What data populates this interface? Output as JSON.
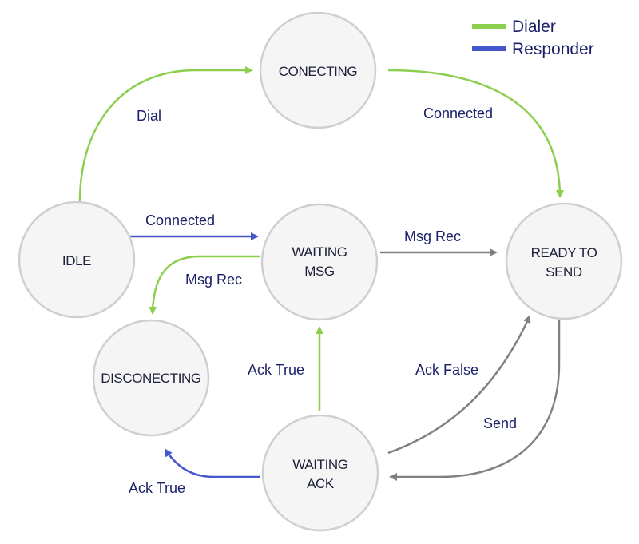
{
  "legend": {
    "items": [
      {
        "label": "Dialer",
        "color": "#8ccf4d"
      },
      {
        "label": "Responder",
        "color": "#4457cc"
      }
    ]
  },
  "colors": {
    "dialer": "#8ccf4d",
    "responder": "#4457cc",
    "shared": "#808080"
  },
  "states": {
    "conecting": {
      "line1": "CONECTING",
      "line2": ""
    },
    "idle": {
      "line1": "IDLE",
      "line2": ""
    },
    "waiting_msg": {
      "line1": "WAITING",
      "line2": "MSG"
    },
    "ready_to_send": {
      "line1": "READY TO",
      "line2": "SEND"
    },
    "disconecting": {
      "line1": "DISCONECTING",
      "line2": ""
    },
    "waiting_ack": {
      "line1": "WAITING",
      "line2": "ACK"
    }
  },
  "transitions": [
    {
      "from": "IDLE",
      "to": "CONECTING",
      "label": "Dial",
      "role": "dialer"
    },
    {
      "from": "CONECTING",
      "to": "READY TO SEND",
      "label": "Connected",
      "role": "dialer"
    },
    {
      "from": "IDLE",
      "to": "WAITING MSG",
      "label": "Connected",
      "role": "responder"
    },
    {
      "from": "WAITING MSG",
      "to": "READY TO SEND",
      "label": "Msg Rec",
      "role": "shared"
    },
    {
      "from": "WAITING MSG",
      "to": "DISCONECTING",
      "label": "Msg Rec",
      "role": "dialer"
    },
    {
      "from": "WAITING ACK",
      "to": "WAITING MSG",
      "label": "Ack True",
      "role": "dialer"
    },
    {
      "from": "WAITING ACK",
      "to": "READY TO SEND",
      "label": "Ack False",
      "role": "shared"
    },
    {
      "from": "READY TO SEND",
      "to": "WAITING ACK",
      "label": "Send",
      "role": "shared"
    },
    {
      "from": "WAITING ACK",
      "to": "DISCONECTING",
      "label": "Ack True",
      "role": "responder"
    }
  ]
}
